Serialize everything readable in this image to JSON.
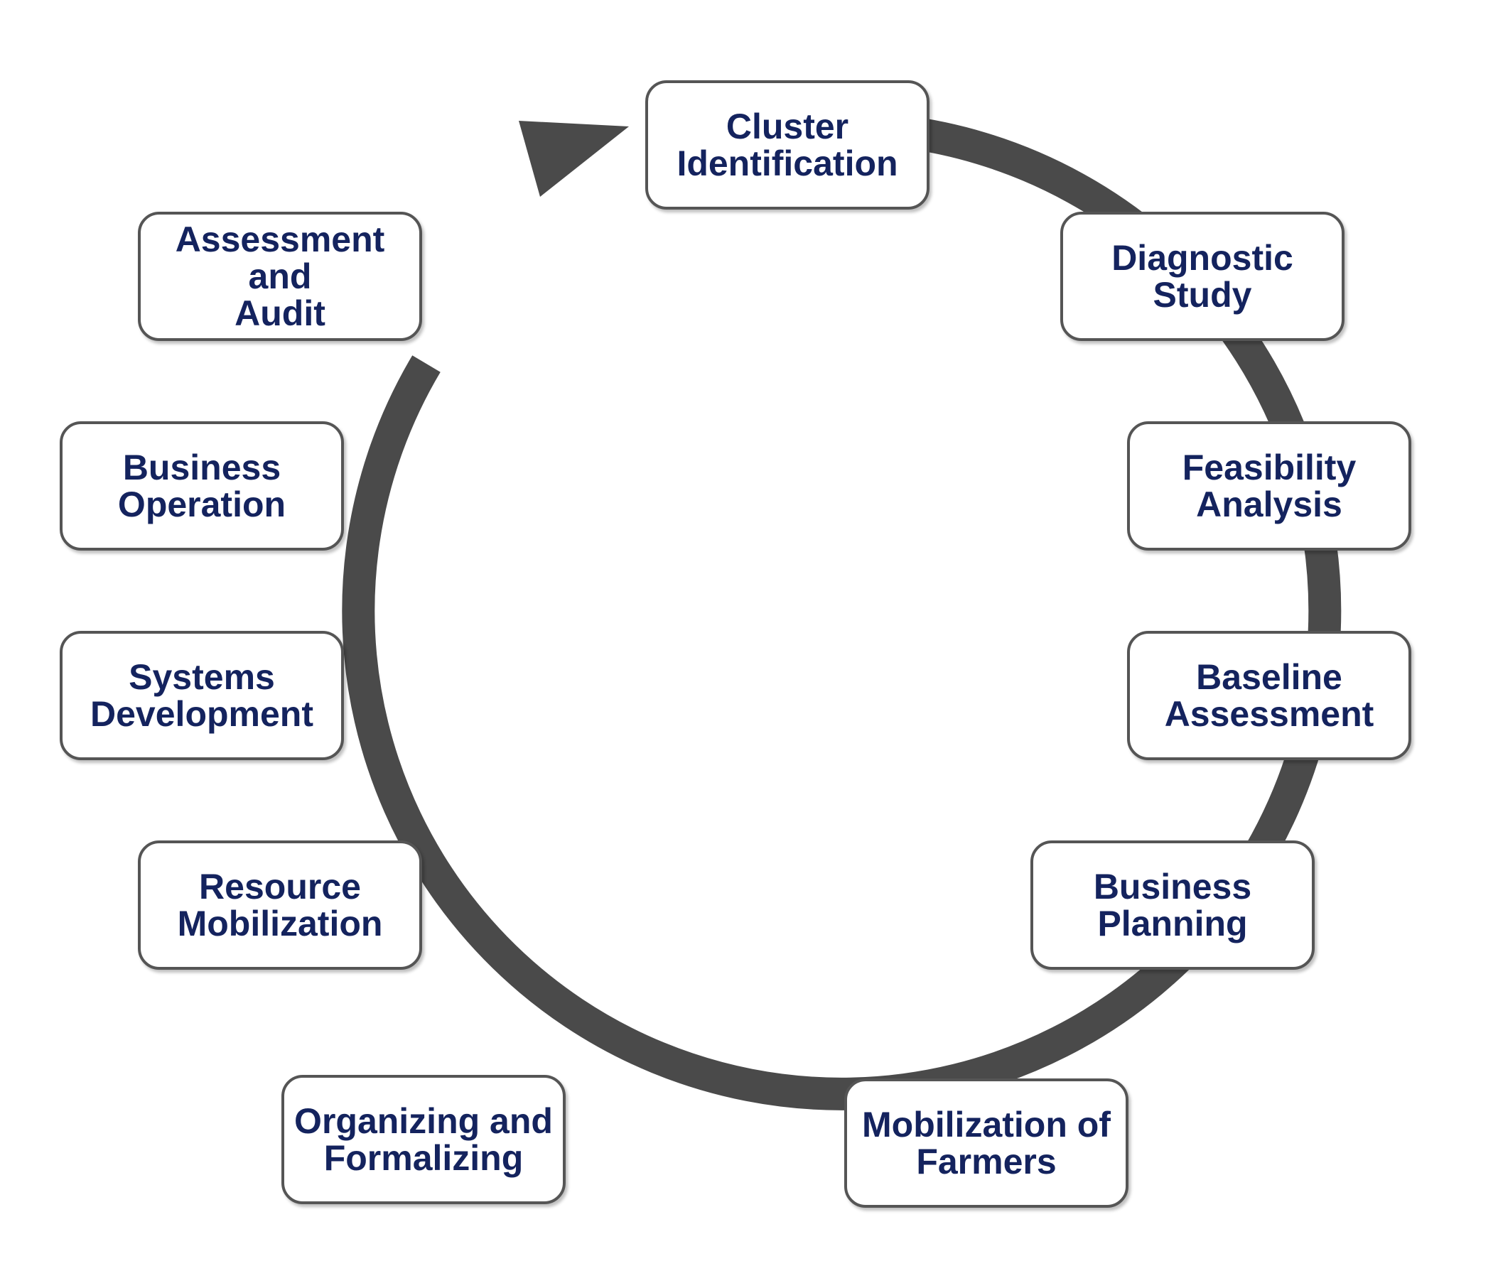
{
  "colors": {
    "label_text": "#14235e",
    "box_border": "#555555",
    "box_fill": "#ffffff",
    "cycle_arrow": "#4a4a4a"
  },
  "diagram": {
    "type": "cycle",
    "stages": [
      {
        "id": "cluster-identification",
        "lines": [
          "Cluster",
          "Identification"
        ]
      },
      {
        "id": "diagnostic-study",
        "lines": [
          "Diagnostic",
          "Study"
        ]
      },
      {
        "id": "feasibility-analysis",
        "lines": [
          "Feasibility",
          "Analysis"
        ]
      },
      {
        "id": "baseline-assessment",
        "lines": [
          "Baseline",
          "Assessment"
        ]
      },
      {
        "id": "business-planning",
        "lines": [
          "Business",
          "Planning"
        ]
      },
      {
        "id": "mobilization-of-farmers",
        "lines": [
          "Mobilization of",
          "Farmers"
        ]
      },
      {
        "id": "organizing-and-formalizing",
        "lines": [
          "Organizing and",
          "Formalizing"
        ]
      },
      {
        "id": "resource-mobilization",
        "lines": [
          "Resource",
          "Mobilization"
        ]
      },
      {
        "id": "systems-development",
        "lines": [
          "Systems",
          "Development"
        ]
      },
      {
        "id": "business-operation",
        "lines": [
          "Business",
          "Operation"
        ]
      },
      {
        "id": "assessment-and-audit",
        "lines": [
          "Assessment and",
          "Audit"
        ]
      }
    ],
    "edges": [
      {
        "from": "assessment-and-audit",
        "to": "cluster-identification",
        "arrowhead": true
      }
    ]
  }
}
